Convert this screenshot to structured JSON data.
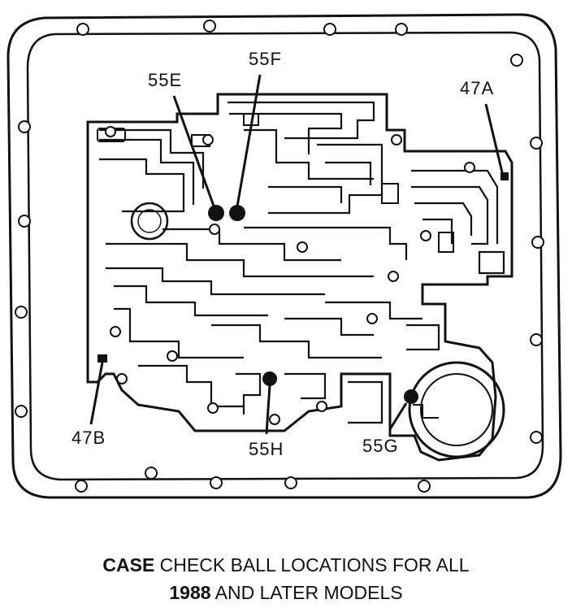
{
  "diagram": {
    "callouts": {
      "c55E": "55E",
      "c55F": "55F",
      "c47A": "47A",
      "c47B": "47B",
      "c55H": "55H",
      "c55G": "55G"
    },
    "icons": [
      "check-ball-icon",
      "bolt-hole-icon",
      "passage-channel"
    ]
  },
  "caption": {
    "line1_bold": "CASE",
    "line1_rest": " CHECK BALL LOCATIONS FOR ALL",
    "line2_bold": "1988",
    "line2_rest": " AND LATER MODELS"
  }
}
